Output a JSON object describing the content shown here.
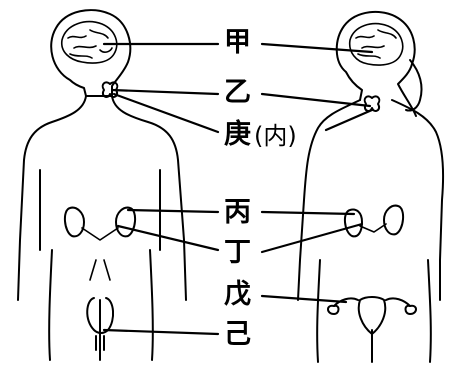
{
  "labels": {
    "jia": "甲",
    "yi": "乙",
    "geng": "庚",
    "geng_note": "(内)",
    "bing": "丙",
    "ding": "丁",
    "wu": "戊",
    "ji": "己"
  }
}
